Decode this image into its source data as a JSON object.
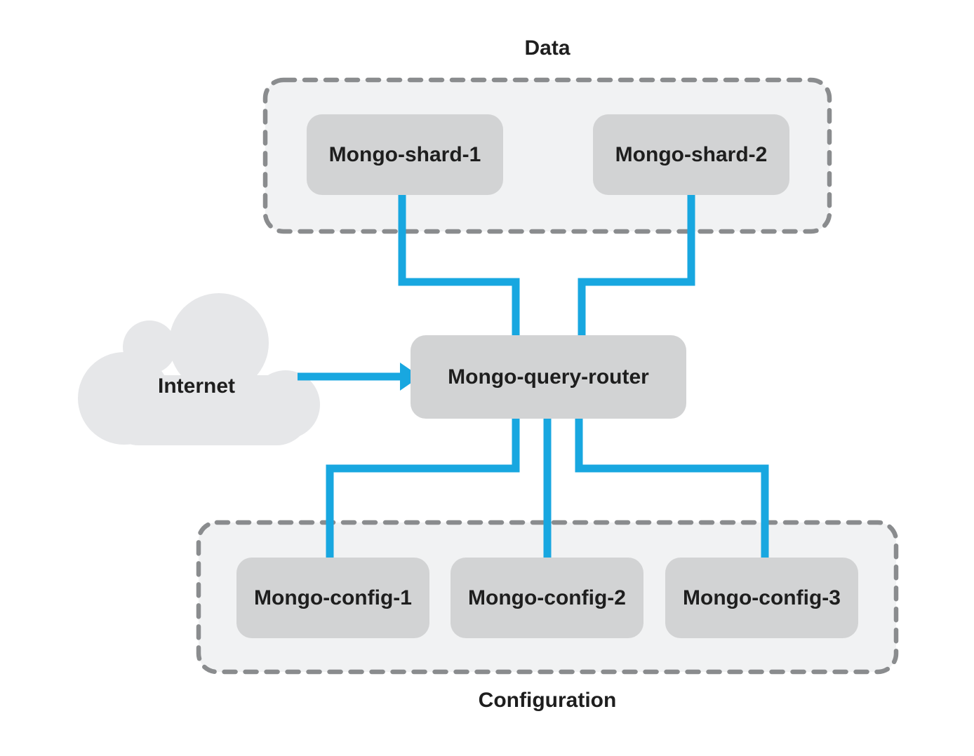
{
  "diagram": {
    "kind": "mongodb-sharded-cluster-architecture",
    "labels": {
      "data_group": "Data",
      "configuration_group": "Configuration",
      "internet": "Internet"
    },
    "nodes": {
      "shard1": {
        "label": "Mongo-shard-1"
      },
      "shard2": {
        "label": "Mongo-shard-2"
      },
      "router": {
        "label": "Mongo-query-router"
      },
      "config1": {
        "label": "Mongo-config-1"
      },
      "config2": {
        "label": "Mongo-config-2"
      },
      "config3": {
        "label": "Mongo-config-3"
      }
    },
    "groups": [
      {
        "label": "Data",
        "members": [
          "Mongo-shard-1",
          "Mongo-shard-2"
        ]
      },
      {
        "label": "Configuration",
        "members": [
          "Mongo-config-1",
          "Mongo-config-2",
          "Mongo-config-3"
        ]
      }
    ],
    "edges": [
      {
        "from": "Internet",
        "to": "Mongo-query-router",
        "style": "arrow"
      },
      {
        "from": "Mongo-shard-1",
        "to": "Mongo-query-router",
        "style": "line"
      },
      {
        "from": "Mongo-shard-2",
        "to": "Mongo-query-router",
        "style": "line"
      },
      {
        "from": "Mongo-query-router",
        "to": "Mongo-config-1",
        "style": "line"
      },
      {
        "from": "Mongo-query-router",
        "to": "Mongo-config-2",
        "style": "line"
      },
      {
        "from": "Mongo-query-router",
        "to": "Mongo-config-3",
        "style": "line"
      }
    ],
    "colors": {
      "connector_blue": "#18A7E0",
      "node_fill": "#D2D3D4",
      "group_fill": "#F1F2F3",
      "group_border": "#8A8C8E",
      "cloud_fill": "#E6E7E9",
      "text": "#1E1E1E",
      "background": "#FFFFFF"
    }
  }
}
